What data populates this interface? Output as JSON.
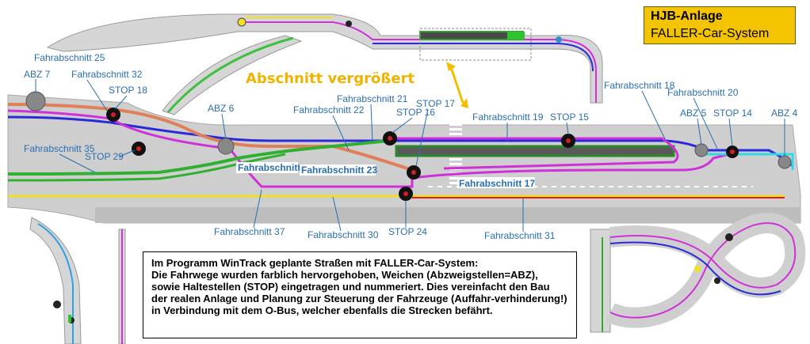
{
  "title": {
    "line1": "HJB-Anlage",
    "line2": "FALLER-Car-System"
  },
  "callout": "Abschnitt vergrößert",
  "description": {
    "heading": "Im Programm WinTrack geplante Straßen mit FALLER-Car-System:",
    "body": "Die Fahrwege wurden farblich hervorgehoben, Weichen (Abzweigstellen=ABZ), sowie Haltestellen (STOP) eingetragen und nummeriert. Dies vereinfacht den Bau der realen Anlage und Planung zur Steuerung der Fahrzeuge (Auffahr-verhinderung!) in Verbindung mit dem O-Bus, welcher ebenfalls die Strecken befährt."
  },
  "labels": {
    "fs25": "Fahrabschnitt 25",
    "abz7": "ABZ 7",
    "fs32": "Fahrabschnitt 32",
    "stop18": "STOP 18",
    "abz6": "ABZ 6",
    "fs21": "Fahrabschnitt 21",
    "fs22": "Fahrabschnitt 22",
    "stop17": "STOP 17",
    "stop16": "STOP 16",
    "fs19": "Fahrabschnitt 19",
    "stop15": "STOP 15",
    "fs18": "Fahrabschnitt 18",
    "fs20": "Fahrabschnitt 20",
    "abz5": "ABZ 5",
    "stop14": "STOP 14",
    "abz4": "ABZ 4",
    "fs35": "Fahrabschnitt 35",
    "stop29": "STOP 29",
    "fs_a": "Fahrabschnitt",
    "fs23": "Fahrabschnitt 23",
    "fs17": "Fahrabschnitt 17",
    "fs37": "Fahrabschnitt 37",
    "fs30": "Fahrabschnitt 30",
    "stop24": "STOP 24",
    "fs31": "Fahrabschnitt 31"
  },
  "colors": {
    "road": "#c9c9c9",
    "road_edge": "#a8a8a8",
    "blue": "#2a2ad8",
    "magenta": "#d030d8",
    "green": "#30b030",
    "orange": "#e08050",
    "yellow": "#f0e020",
    "red": "#e02020",
    "cyan": "#30d8e8",
    "label": "#2a6fb0",
    "title_bg": "#f5c400"
  }
}
